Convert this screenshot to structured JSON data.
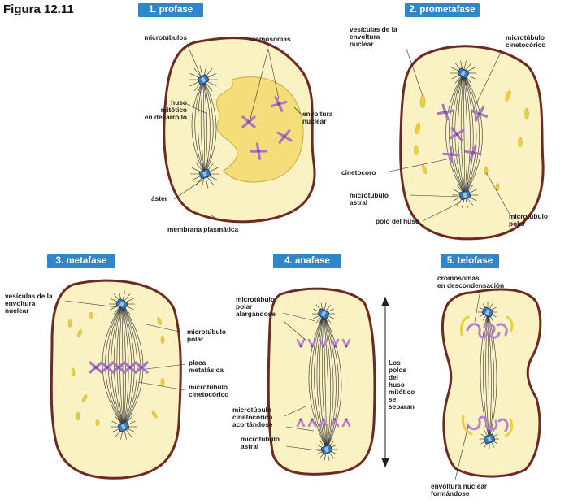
{
  "figure": {
    "title": "Figura 12.11"
  },
  "phases": [
    {
      "label": "1. profase"
    },
    {
      "label": "2. prometafase"
    },
    {
      "label": "3. metafase"
    },
    {
      "label": "4. anafase"
    },
    {
      "label": "5. telofase"
    }
  ],
  "labels": {
    "p1_microtubulos": "microtúbulos",
    "p1_cromosomas": "cromosomas",
    "p1_huso": "huso\nmitótico\nen desarrollo",
    "p1_envoltura": "envoltura\nnuclear",
    "p1_aster": "áster",
    "p1_membrana": "membrana plasmática",
    "p2_vesiculas": "vesículas de la\nenvoltura\nnuclear",
    "p2_mt_cinetocorico": "microtúbulo\ncinetocórico",
    "p2_cinetocoro": "cinetocoro",
    "p2_mt_astral": "microtúbulo\nastral",
    "p2_polo": "polo del huso",
    "p2_mt_polar": "microtúbulo\npolar",
    "p3_vesiculas": "vesículas de la\nenvoltura\nnuclear",
    "p3_mt_polar": "microtúbulo\npolar",
    "p3_placa": "placa\nmetafásica",
    "p3_mt_cinetocorico": "microtúbulo\ncinetocórico",
    "p4_polar_alarg": "microtúbulo\npolar\nalargándose",
    "p4_polos": "Los\npolos\ndel\nhuso\nmitótico\nse\nseparan",
    "p4_cinet_acort": "microtúbulo\ncinetocórico\nacortándose",
    "p4_astral": "microtúbulo\nastral",
    "p5_cromosomas": "cromosomas\nen descondensación",
    "p5_envoltura": "envoltura nuclear\nformándose"
  },
  "colors": {
    "phase_header": "#2f86c8",
    "cell_fill": "#fbf2c4",
    "cell_outline": "#6e2a20",
    "nucleus_fill": "#f5de7a",
    "chromosome": "#a777c2",
    "vesicle": "#e8d040",
    "centrosome": "#3a7ab8"
  }
}
